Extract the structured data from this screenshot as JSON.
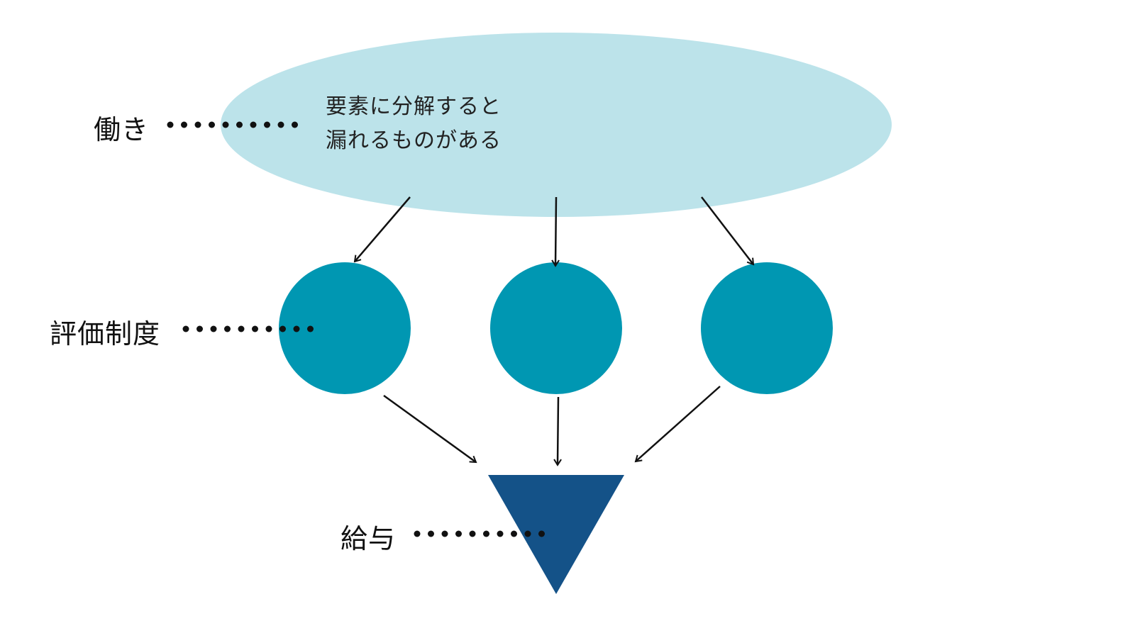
{
  "labels": {
    "work": "働き",
    "evaluation": "評価制度",
    "salary": "給与"
  },
  "note": {
    "line1": "要素に分解すると",
    "line2": "漏れるものがある"
  },
  "colors": {
    "ellipse": "#bce3ea",
    "circle": "#0097b2",
    "triangle": "#145288",
    "ink": "#111111"
  }
}
